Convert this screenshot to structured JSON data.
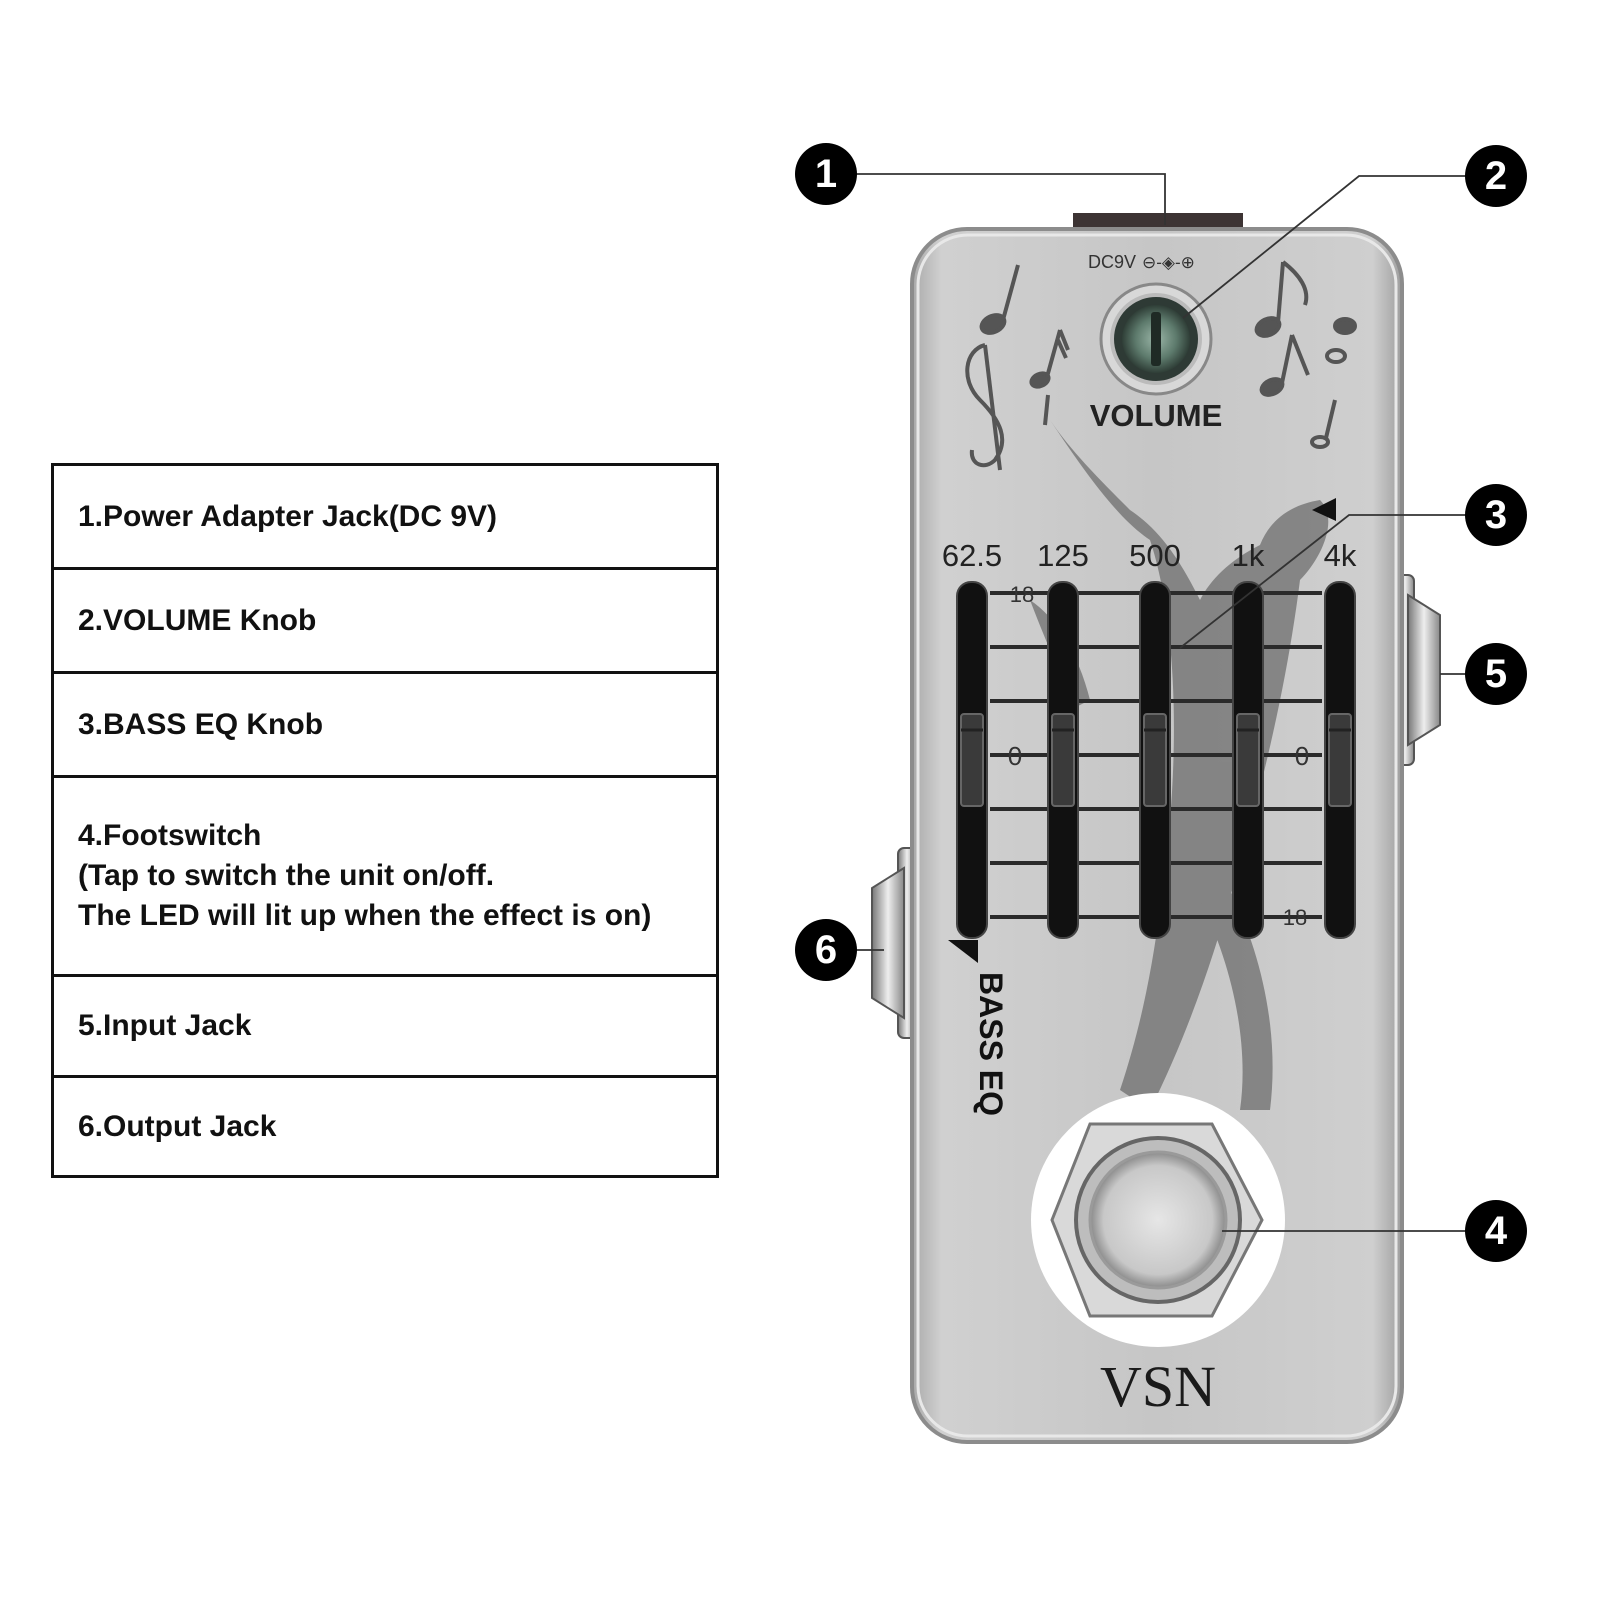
{
  "legend": {
    "rows": [
      {
        "lines": [
          "1.Power Adapter Jack(DC 9V)"
        ]
      },
      {
        "lines": [
          "2.VOLUME Knob"
        ]
      },
      {
        "lines": [
          "3.BASS EQ Knob"
        ]
      },
      {
        "lines": [
          "4.Footswitch",
          "(Tap to switch the unit on/off.",
          "The LED will lit up when the effect is on)"
        ]
      },
      {
        "lines": [
          "5.Input Jack"
        ]
      },
      {
        "lines": [
          "6.Output Jack"
        ]
      }
    ]
  },
  "callouts": [
    "1",
    "2",
    "3",
    "4",
    "5",
    "6"
  ],
  "pedal": {
    "power_label": "DC9V",
    "polarity_symbol": "⊖-◈-⊕",
    "volume_label": "VOLUME",
    "eq_label": "BASS EQ",
    "brand": "VSN",
    "body_color": "#c4c4c4",
    "eq": {
      "bands": [
        "62.5",
        "125",
        "500",
        "1k",
        "4k"
      ],
      "top_label": "18",
      "mid_label": "0",
      "bottom_label": "18",
      "slider_levels_db": [
        0,
        0,
        0,
        0,
        0
      ]
    }
  }
}
